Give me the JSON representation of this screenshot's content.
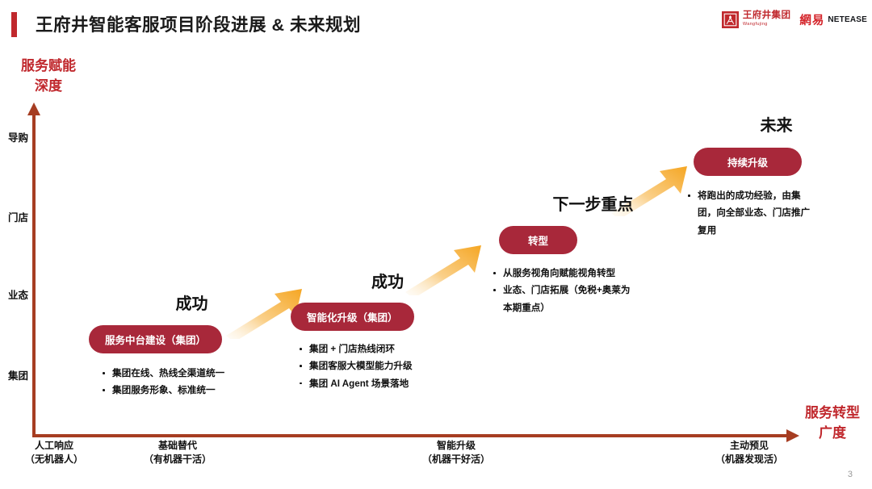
{
  "header": {
    "title": "王府井智能客服项目阶段进展 & 未来规划",
    "accent_color": "#C0282D",
    "brand": {
      "wangfujing_cn": "王府井集团",
      "wangfujing_en": "Wangfujing",
      "netease_cn": "網易",
      "netease_en_first": "N",
      "netease_en_rest": "ET",
      "netease_en_e2": "E",
      "netease_en_tail": "ASE",
      "netease_en_full": "NETEASE"
    }
  },
  "axes": {
    "y_axis_label_line1": "服务赋能",
    "y_axis_label_line2": "深度",
    "x_axis_label_line1": "服务转型",
    "x_axis_label_line2": "广度",
    "axis_color": "#A63D22",
    "y_ticks": [
      "导购",
      "门店",
      "业态",
      "集团"
    ],
    "x_ticks": [
      {
        "line1": "人工响应",
        "line2": "（无机器人）"
      },
      {
        "line1": "基础替代",
        "line2": "（有机器干活）"
      },
      {
        "line1": "智能升级",
        "line2": "（机器干好活）"
      },
      {
        "line1": "主动预见",
        "line2": "（机器发现活）"
      }
    ]
  },
  "stages": [
    {
      "title": "成功",
      "pill": "服务中台建设（集团）",
      "pill_color": "#A8283A",
      "bullets": [
        "集团在线、热线全渠道统一",
        "集团服务形象、标准统一"
      ]
    },
    {
      "title": "成功",
      "pill": "智能化升级（集团）",
      "pill_color": "#A8283A",
      "bullets": [
        "集团 + 门店热线闭环",
        "集团客服大模型能力升级",
        "集团 AI Agent 场景落地"
      ]
    },
    {
      "title": "下一步重点",
      "pill": "转型",
      "pill_color": "#A8283A",
      "bullets": [
        "从服务视角向赋能视角转型",
        "业态、门店拓展（免税+奥莱为\n本期重点）"
      ]
    },
    {
      "title": "未来",
      "pill": "持续升级",
      "pill_color": "#A8283A",
      "bullets": [
        "将跑出的成功经验，由集\n团，向全部业态、门店推广\n复用"
      ]
    }
  ],
  "arrows": {
    "color_start": "#FDF0DA",
    "color_end": "#F5A623"
  },
  "page_number": "3"
}
